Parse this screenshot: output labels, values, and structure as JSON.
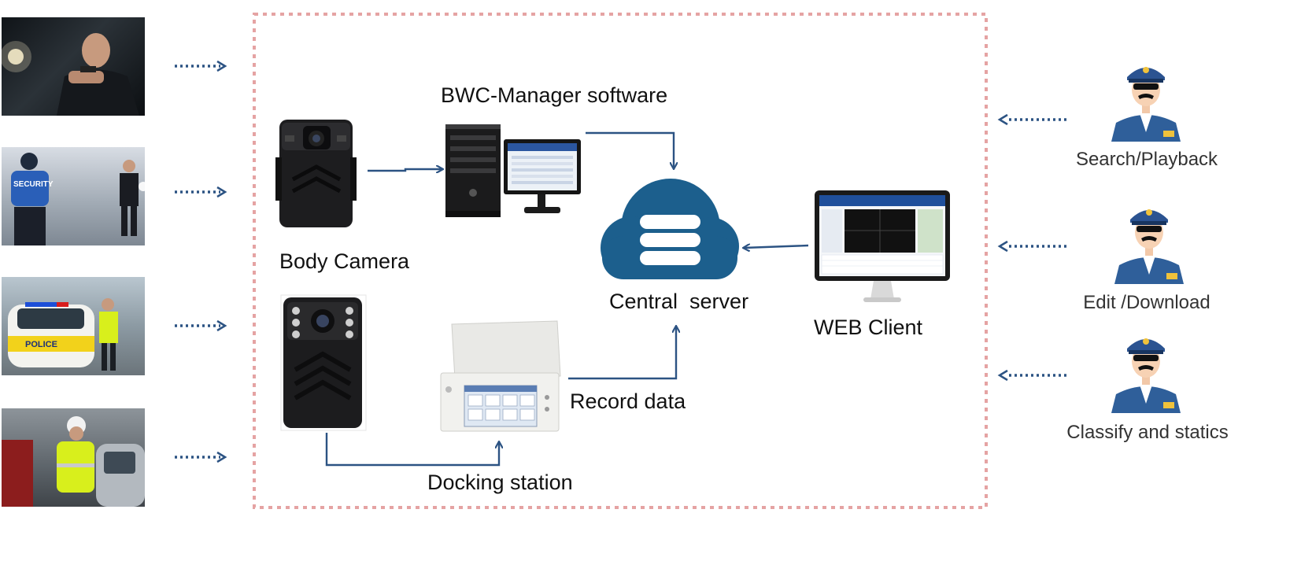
{
  "colors": {
    "arrow": "#2c5383",
    "frame": "#e5a3a3",
    "cloud": "#1c5f8d",
    "uniform": "#2f5f9a"
  },
  "labels": {
    "software": "BWC-Manager software",
    "body_camera": "Body Camera",
    "central_server": "Central  server",
    "web_client": "WEB Client",
    "record_data": "Record data",
    "docking_station": "Docking station"
  },
  "roles": [
    {
      "label": "Search/Playback",
      "icon": "officer-icon"
    },
    {
      "label": "Edit /Download",
      "icon": "officer-icon"
    },
    {
      "label": "Classify and statics",
      "icon": "officer-icon"
    }
  ],
  "scene_photos": [
    {
      "icon": "officer-aiming-photo",
      "badge": ""
    },
    {
      "icon": "security-guard-photo",
      "badge": "SECURITY"
    },
    {
      "icon": "police-car-photo",
      "badge": "POLICE"
    },
    {
      "icon": "traffic-officer-photo",
      "badge": ""
    }
  ]
}
